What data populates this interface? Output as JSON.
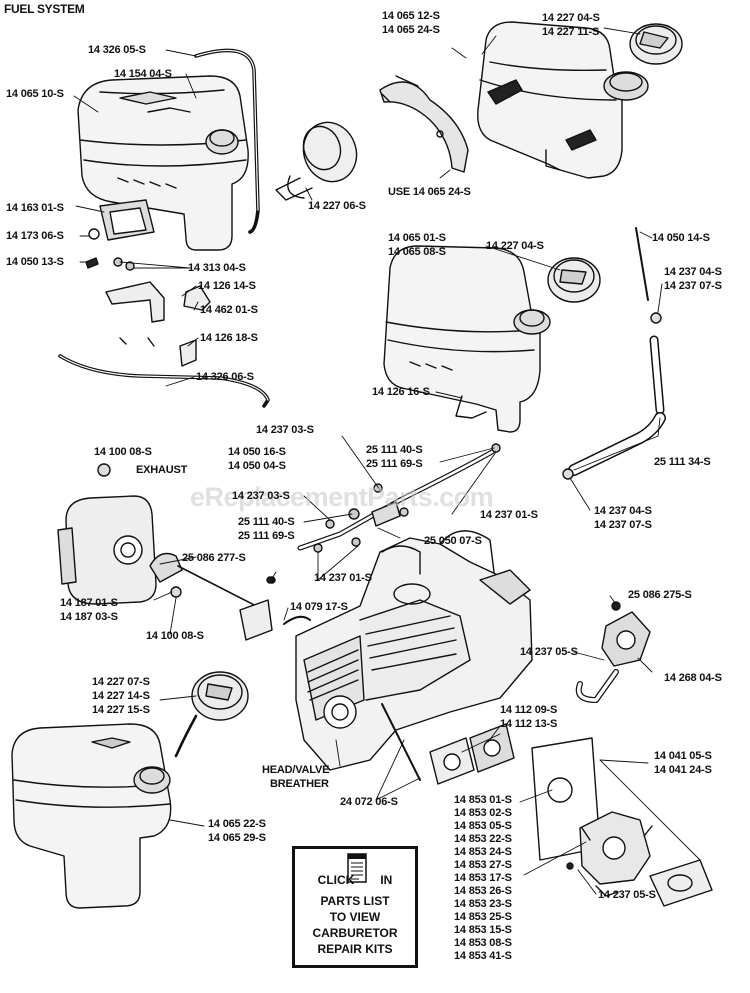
{
  "title": "FUEL SYSTEM",
  "watermark": "eReplacementParts.com",
  "labels": {
    "p14326_05": "14 326 05-S",
    "p14154_04": "14 154 04-S",
    "p14065_10": "14 065 10-S",
    "p14163_01": "14 163 01-S",
    "p14173_06": "14 173 06-S",
    "p14050_13": "14 050 13-S",
    "p14313_04": "14 313 04-S",
    "p14126_14": "14 126 14-S",
    "p14462_01": "14 462 01-S",
    "p14126_18": "14 126 18-S",
    "p14326_06": "14 326 06-S",
    "p14227_06": "14 227 06-S",
    "p14065_12": "14 065 12-S",
    "p14065_24": "14 065 24-S",
    "p14227_04a": "14 227 04-S",
    "p14227_11": "14 227 11-S",
    "use_note": "USE 14 065 24-S",
    "p14050_14": "14 050 14-S",
    "p14065_01": "14 065 01-S",
    "p14065_08": "14 065 08-S",
    "p14227_04b": "14 227 04-S",
    "p14237_04a": "14 237 04-S",
    "p14237_07a": "14 237 07-S",
    "p14126_16": "14 126 16-S",
    "p25111_34": "25 111 34-S",
    "p14100_08a": "14 100 08-S",
    "exhaust": "EXHAUST",
    "p14237_03a": "14 237 03-S",
    "p14050_16": "14 050 16-S",
    "p14050_04": "14 050 04-S",
    "p25111_40a": "25 111 40-S",
    "p25111_69a": "25 111 69-S",
    "p14237_03b": "14 237 03-S",
    "p25111_40b": "25 111 40-S",
    "p25111_69b": "25 111 69-S",
    "p14237_01a": "14 237 01-S",
    "p14237_04b": "14 237 04-S",
    "p14237_07b": "14 237 07-S",
    "p25050_07": "25 050 07-S",
    "p25086_277": "25 086 277-S",
    "p14237_01b": "14 237 01-S",
    "p14187_01": "14 187 01-S",
    "p14187_03": "14 187 03-S",
    "p14079_17": "14 079 17-S",
    "p14100_08b": "14 100 08-S",
    "p25086_275": "25 086 275-S",
    "p14237_05a": "14 237 05-S",
    "p14268_04": "14 268 04-S",
    "p14227_07": "14 227 07-S",
    "p14227_14": "14 227 14-S",
    "p14227_15": "14 227 15-S",
    "p14112_09": "14 112 09-S",
    "p14112_13": "14 112 13-S",
    "head_valve": "HEAD/VALVE",
    "breather": "BREATHER",
    "p24072_06": "24 072 06-S",
    "p14041_05": "14 041 05-S",
    "p14041_24": "14 041 24-S",
    "p14065_22": "14 065 22-S",
    "p14065_29": "14 065 29-S",
    "p14237_05b": "14 237 05-S",
    "carb_kits": [
      "14 853 01-S",
      "14 853 02-S",
      "14 853 05-S",
      "14 853 22-S",
      "14 853 24-S",
      "14 853 27-S",
      "14 853 17-S",
      "14 853 26-S",
      "14 853 23-S",
      "14 853 25-S",
      "14 853 15-S",
      "14 853 08-S",
      "14 853 41-S"
    ]
  },
  "click_box": {
    "word1": "CLICK",
    "word2": "IN",
    "line2": "PARTS LIST",
    "line3": "TO VIEW",
    "line4": "CARBURETOR",
    "line5": "REPAIR KITS"
  }
}
